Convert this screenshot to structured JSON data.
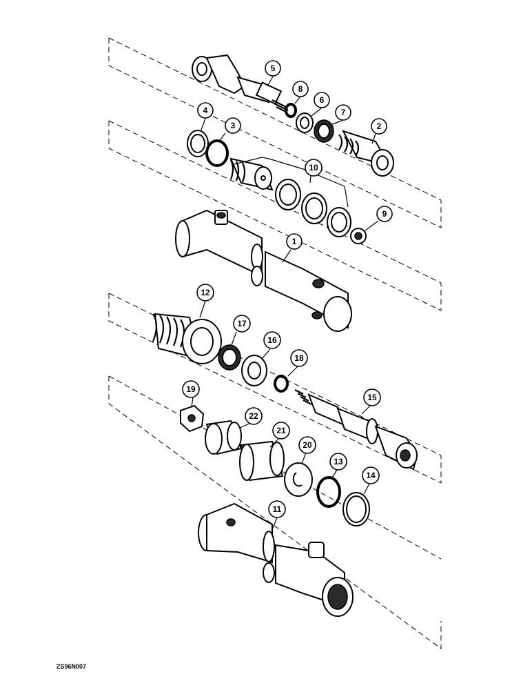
{
  "figure": {
    "reference_code": "ZS96N007"
  },
  "callouts": [
    {
      "id": "c1",
      "label": "1"
    },
    {
      "id": "c2",
      "label": "2"
    },
    {
      "id": "c3",
      "label": "3"
    },
    {
      "id": "c4",
      "label": "4"
    },
    {
      "id": "c5",
      "label": "5"
    },
    {
      "id": "c6",
      "label": "6"
    },
    {
      "id": "c7",
      "label": "7"
    },
    {
      "id": "c8",
      "label": "8"
    },
    {
      "id": "c9",
      "label": "9"
    },
    {
      "id": "c10",
      "label": "10"
    },
    {
      "id": "c11",
      "label": "11"
    },
    {
      "id": "c12",
      "label": "12"
    },
    {
      "id": "c13",
      "label": "13"
    },
    {
      "id": "c14",
      "label": "14"
    },
    {
      "id": "c15",
      "label": "15"
    },
    {
      "id": "c16",
      "label": "16"
    },
    {
      "id": "c17",
      "label": "17"
    },
    {
      "id": "c18",
      "label": "18"
    },
    {
      "id": "c19",
      "label": "19"
    },
    {
      "id": "c20",
      "label": "20"
    },
    {
      "id": "c21",
      "label": "21"
    },
    {
      "id": "c22",
      "label": "22"
    }
  ],
  "colors": {
    "ink": "#000000",
    "paper": "#ffffff"
  }
}
